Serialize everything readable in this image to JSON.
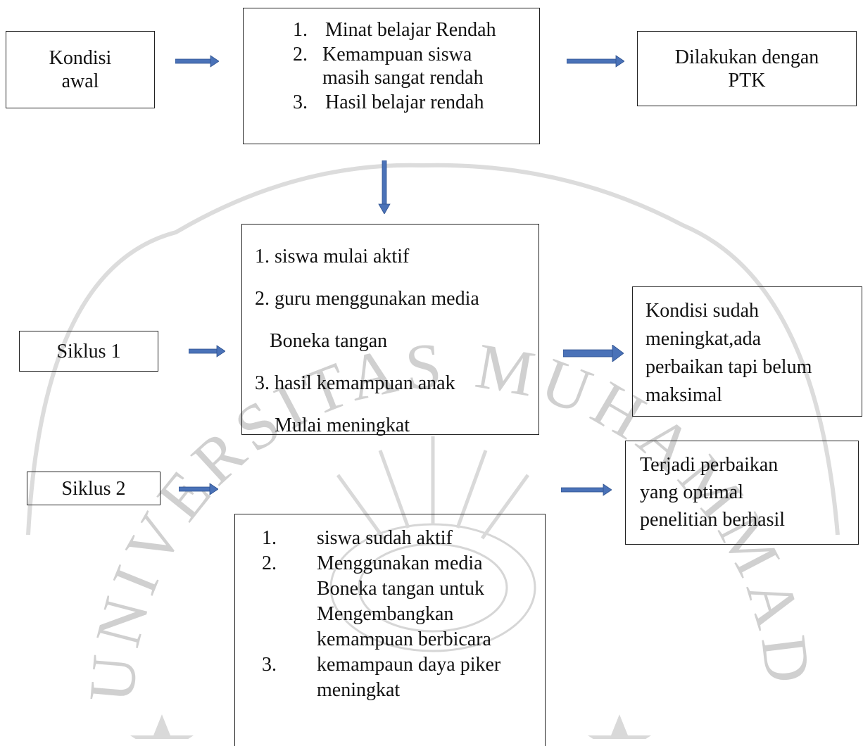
{
  "colors": {
    "arrow": "#4a72b8",
    "arrow_edge": "#2f528f",
    "watermark": "#c9c9c9"
  },
  "watermark": {
    "text": "UNIVERSITAS MUHAMMADIYAH"
  },
  "row_awal": {
    "start_label": "Kondisi\nawal",
    "problems": [
      {
        "num": "1.",
        "text": "Minat belajar Rendah"
      },
      {
        "num": "2.",
        "text": "Kemampuan siswa\nmasih sangat rendah"
      },
      {
        "num": "3.",
        "text": "Hasil belajar rendah"
      }
    ],
    "result": "Dilakukan dengan\nPTK"
  },
  "row_siklus1": {
    "label": "Siklus 1",
    "lines": [
      "1. siswa mulai aktif",
      "2. guru menggunakan media",
      "   Boneka tangan",
      "3. hasil kemampuan anak",
      "    Mulai meningkat"
    ],
    "result": "Kondisi sudah\nmeningkat,ada\nperbaikan tapi belum\nmaksimal"
  },
  "row_siklus2": {
    "label": "Siklus 2",
    "items": [
      {
        "num": "1.",
        "text": "siswa sudah aktif"
      },
      {
        "num": "2.",
        "text": "Menggunakan media\nBoneka tangan untuk\nMengembangkan\nkemampuan berbicara"
      },
      {
        "num": "3.",
        "text": "kemampaun daya piker\nmeningkat"
      }
    ],
    "result": "Terjadi perbaikan\nyang optimal\npenelitian berhasil"
  }
}
